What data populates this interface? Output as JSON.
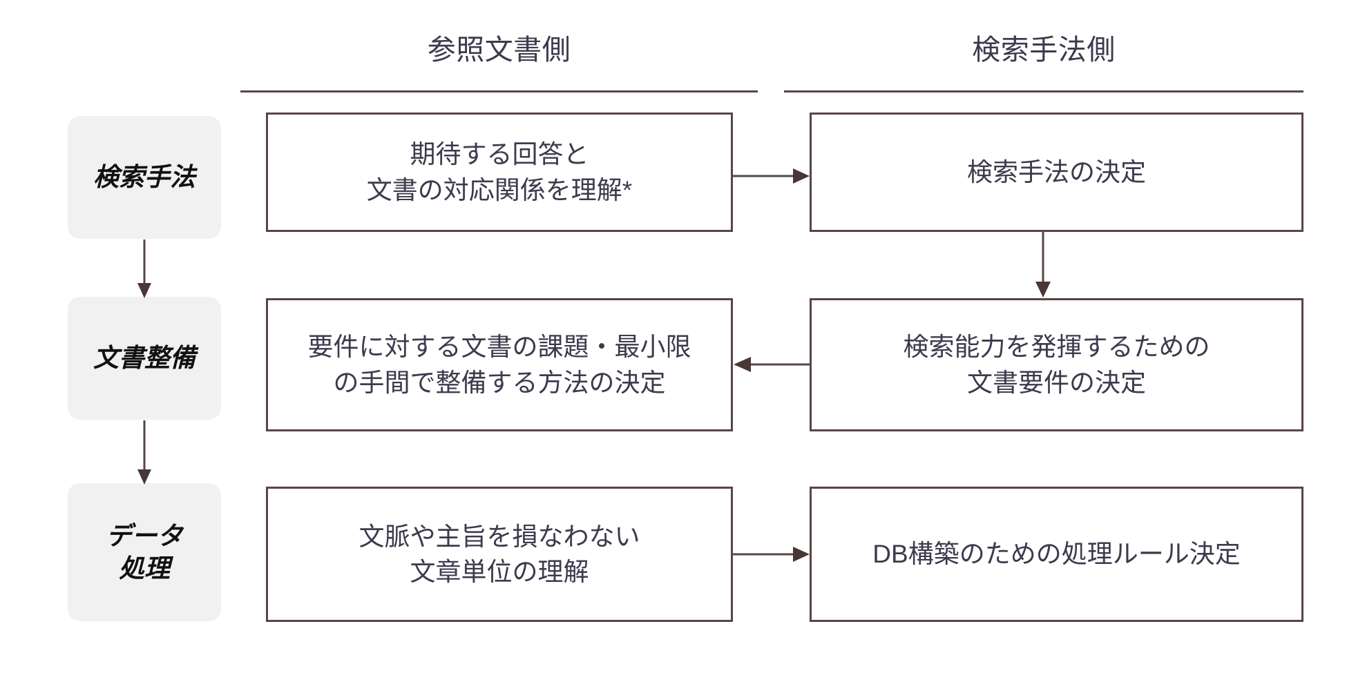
{
  "diagram": {
    "title_left": "参照文書側",
    "title_right": "検索手法側",
    "stages": [
      {
        "label": "検索手法"
      },
      {
        "label": "文書整備"
      },
      {
        "label_line1": "データ",
        "label_line2": "処理"
      }
    ],
    "boxes": {
      "left": [
        {
          "line1": "期待する回答と",
          "line2": "文書の対応関係を理解*"
        },
        {
          "line1": "要件に対する文書の課題・最小限",
          "line2": "の手間で整備する方法の決定"
        },
        {
          "line1": "文脈や主旨を損なわない",
          "line2": "文章単位の理解"
        }
      ],
      "right": [
        {
          "line1": "検索手法の決定",
          "line2": ""
        },
        {
          "line1": "検索能力を発揮するための",
          "line2": "文書要件の決定"
        },
        {
          "line1": "DB構築のための処理ルール決定",
          "line2": ""
        }
      ]
    },
    "connectors": [
      {
        "name": "stage-0-to-stage-1",
        "direction": "down"
      },
      {
        "name": "stage-1-to-stage-2",
        "direction": "down"
      },
      {
        "name": "row-0-left-to-right",
        "direction": "right"
      },
      {
        "name": "right-row-0-to-row-1",
        "direction": "down"
      },
      {
        "name": "row-1-right-to-left",
        "direction": "left"
      },
      {
        "name": "row-2-left-to-right",
        "direction": "right"
      }
    ],
    "colors": {
      "line": "#5a4444",
      "arrow_fill": "#4a3636",
      "box_text": "#3b3b4d",
      "chip_bg": "#f1f1f1",
      "chip_text": "#111111",
      "background": "#ffffff"
    }
  }
}
